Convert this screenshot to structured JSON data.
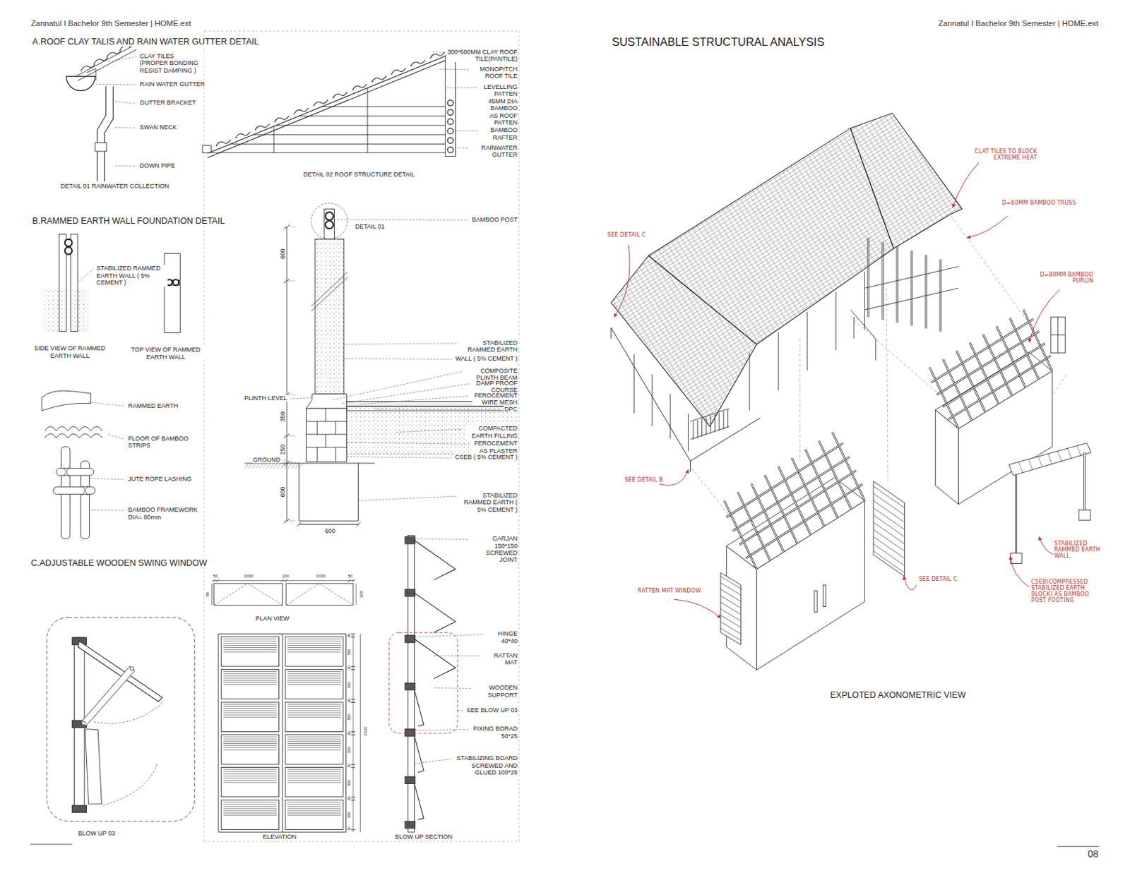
{
  "diagram": {
    "title": "SUSTAINABLE STRUCTURAL ANALYSIS",
    "labels": [
      "Zannatul I Bachelor 9th Semester | HOME.ext",
      "Zannatul I Bachelor 9th Semester | HOME.ext",
      "A.ROOF CLAY TALIS AND RAIN WATER GUTTER DETAIL",
      "CLAY TILES (PROPER BONDING RESIST DAMPING )",
      "RAIN WATER GUTTER",
      "GUTTER BRACKET",
      "SWAN NECK",
      "DOWN PIPE",
      "DETAIL 01 RAINWATER COLLECTION",
      "300*600MM CLAY ROOF TILE(PANTILE)",
      "MONOPITCH ROOF TILE",
      "LEVELLING PATTEN 45MM DIA BAMBOO AS ROOF PATTEN",
      "BAMBOO RAFTER",
      "RAINWATER GUTTER",
      "DETAIL 02 ROOF STRUCTURE DETAIL",
      "B.RAMMED EARTH WALL FOUNDATION DETAIL",
      "BAMBOO POST",
      "DETAIL 01",
      "STABILIZED RAMMED EARTH WALL ( 5% CEMENT )",
      "SIDE VIEW OF RAMMED EARTH WALL",
      "TOP VIEW OF RAMMED EARTH WALL",
      "RAMMED EARTH",
      "FLOOR OF BAMBOO STRIPS",
      "JUTE ROPE LASHING",
      "BAMBOO FRAMEWORK DIA= 80mm",
      "600",
      "STABILIZED RAMMED EARTH",
      "WALL ( 5% CEMENT )",
      "COMPOSITE PLINTH BEAM",
      "DAMP PROOF COURSE",
      "FEROCEMENT WIRE MESH",
      "DPC",
      "PLINTH LEVEL",
      "350",
      "COMPACTED EARTH FILLING",
      "FEROCEMENT AS PLASTER",
      "CSEB ( 5% CEMENT )",
      "250",
      "GROUND",
      "600",
      "STABILIZED RAMMED EARTH ( 5% CEMENT )",
      "600",
      "C.ADJUSTABLE WOODEN SWING WINDOW",
      "50",
      "1030",
      "100",
      "1030",
      "50",
      "50",
      "300",
      "PLAN VIEW",
      "30",
      "550",
      "30",
      "550",
      "30",
      "550",
      "30",
      "550",
      "30",
      "550",
      "30",
      "550",
      "30",
      "3520",
      "ELEVATION",
      "GARJAN 150*150 SCREWED JOINT",
      "HINGE 40*40",
      "RATTAN MAT",
      "WOODEN SUPPORT",
      "SEE BLOW UP 03",
      "FIXING BORAD 50*25",
      "STABILIZING BOARD SCREWED AND GLUED 100*25",
      "BLOW UP SECTION",
      "BLOW UP 03",
      "CLAT TILES TO BLOCK EXTREME HEAT",
      "D=80MM BAMBOO TRUSS",
      "D=80MM BAMBOO PURLIN",
      "SEE DETAIL C",
      "SEE DETAIL B",
      "RATTEN MAT WINDOW",
      "SEE DETAIL C",
      "STABILIZED RAMMED EARTH WALL",
      "CSEB(COMPRESSED STABILIZED EARTH BLOCK) AS BAMBOO POST FOOTING",
      "EXPLOTED AXONOMETRIC VIEW",
      "08"
    ]
  }
}
